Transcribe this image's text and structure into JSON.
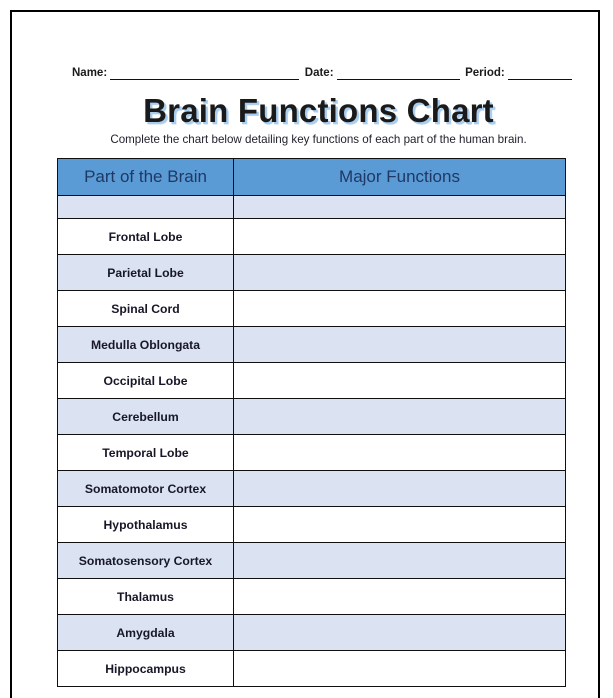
{
  "header": {
    "name_label": "Name:",
    "date_label": "Date:",
    "period_label": "Period:"
  },
  "title": "Brain Functions Chart",
  "subtitle": "Complete the chart below detailing key functions of each part of the human brain.",
  "table": {
    "columns": [
      "Part of the Brain",
      "Major Functions"
    ],
    "rows": [
      {
        "part": "",
        "functions": "",
        "spacer": true
      },
      {
        "part": "Frontal Lobe",
        "functions": ""
      },
      {
        "part": "Parietal Lobe",
        "functions": ""
      },
      {
        "part": "Spinal Cord",
        "functions": ""
      },
      {
        "part": "Medulla Oblongata",
        "functions": ""
      },
      {
        "part": "Occipital Lobe",
        "functions": ""
      },
      {
        "part": "Cerebellum",
        "functions": ""
      },
      {
        "part": "Temporal Lobe",
        "functions": ""
      },
      {
        "part": "Somatomotor Cortex",
        "functions": ""
      },
      {
        "part": "Hypothalamus",
        "functions": ""
      },
      {
        "part": "Somatosensory Cortex",
        "functions": ""
      },
      {
        "part": "Thalamus",
        "functions": ""
      },
      {
        "part": "Amygdala",
        "functions": ""
      },
      {
        "part": "Hippocampus",
        "functions": ""
      }
    ]
  },
  "colors": {
    "header_fill": "#5B9BD5",
    "header_text": "#1F3864",
    "row_shade": "#DBE2F1",
    "row_plain": "#FFFFFF",
    "border": "#0F0F0F",
    "title_shadow": "#A8CDEE"
  }
}
